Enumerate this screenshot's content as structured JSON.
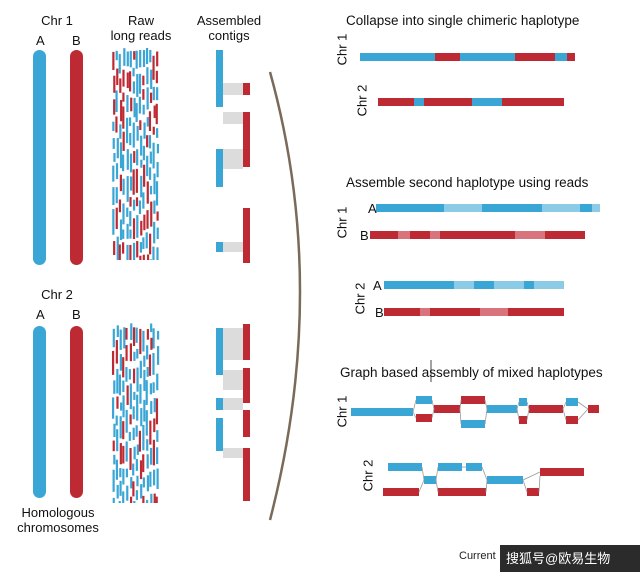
{
  "labels": {
    "chr1": "Chr 1",
    "chr2": "Chr 2",
    "a": "A",
    "b": "B",
    "raw_reads": "Raw\nlong reads",
    "assembled_contigs": "Assembled\ncontigs",
    "homologous": "Homologous\nchromosomes"
  },
  "panels": {
    "collapse": "Collapse into single chimeric haplotype",
    "second": "Assemble second haplotype using reads",
    "graph": "Graph based assembly of mixed haplotypes"
  },
  "footer": {
    "journal": "Current",
    "watermark": "搜狐号@欧易生物"
  },
  "colors": {
    "hapA": "#3aa6d6",
    "hapB": "#be2a33",
    "hapA_light": "#8ccbe6",
    "hapB_light": "#d9737c",
    "gray": "#dcdcdc",
    "arc": "#7a6a5a"
  }
}
